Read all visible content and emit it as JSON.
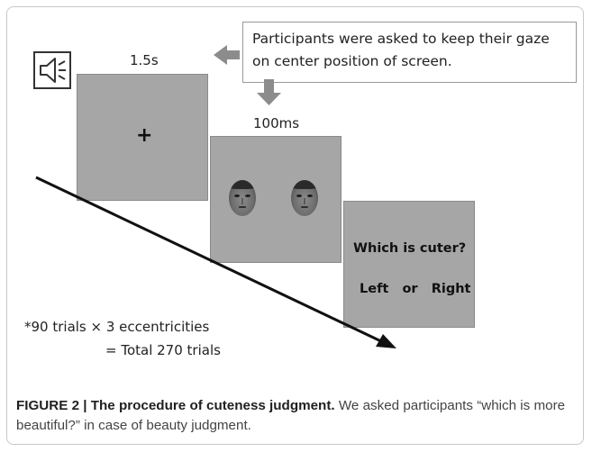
{
  "diagram": {
    "stimulus_duration_label": "1.5s",
    "face_duration_label": "100ms",
    "fixation_symbol": "+",
    "note_text_line1": "Participants were asked to keep their gaze",
    "note_text_line2": "on center position of screen.",
    "question_line1": "Which is cuter?",
    "question_line2": "Left   or   Right",
    "trials_line1": "*90 trials × 3 eccentricities",
    "trials_line2": "= Total 270 trials",
    "icons": [
      "speaker-icon",
      "arrow-left-icon",
      "arrow-down-icon",
      "timeline-arrow",
      "face-left",
      "face-right"
    ]
  },
  "caption": {
    "label": "FIGURE 2 | The procedure of cuteness judgment.",
    "text": " We asked participants “which is more beautiful?” in case of beauty judgment."
  },
  "colors": {
    "screen_fill": "#a6a6a6",
    "arrow_fill": "#8c8c8c"
  }
}
